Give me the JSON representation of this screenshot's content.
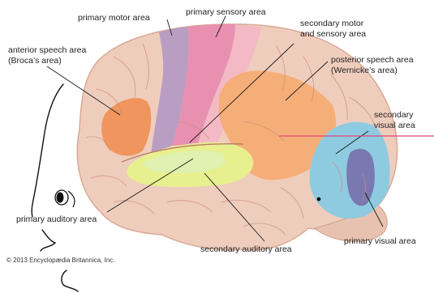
{
  "labels": {
    "primary_motor": "primary motor area",
    "primary_sensory": "primary sensory area",
    "secondary_motor_sensory": "secondary motor\nand sensory area",
    "anterior_speech": "anterior speech area\n(Broca’s area)",
    "posterior_speech": "posterior speech area\n(Wernicke’s area)",
    "secondary_visual": "secondary\nvisual area",
    "primary_auditory": "primary auditory area",
    "secondary_auditory": "secondary auditory area",
    "primary_visual": "primary visual area"
  },
  "credit": "© 2013 Encyclopædia Britannica, Inc.",
  "colors": {
    "brain_base": "#efcdbd",
    "primary_motor": "#b69ac2",
    "primary_sensory": "#e88cb0",
    "broca": "#f0955e",
    "wernicke": "#f6ae78",
    "primary_auditory": "#dff0b0",
    "secondary_auditory": "#e8ef8f",
    "secondary_visual": "#8fcbe0",
    "primary_visual": "#7a78b0",
    "annotation_line": "#e0457a",
    "leader_line": "#1a1a1a",
    "ink": "#111111"
  }
}
